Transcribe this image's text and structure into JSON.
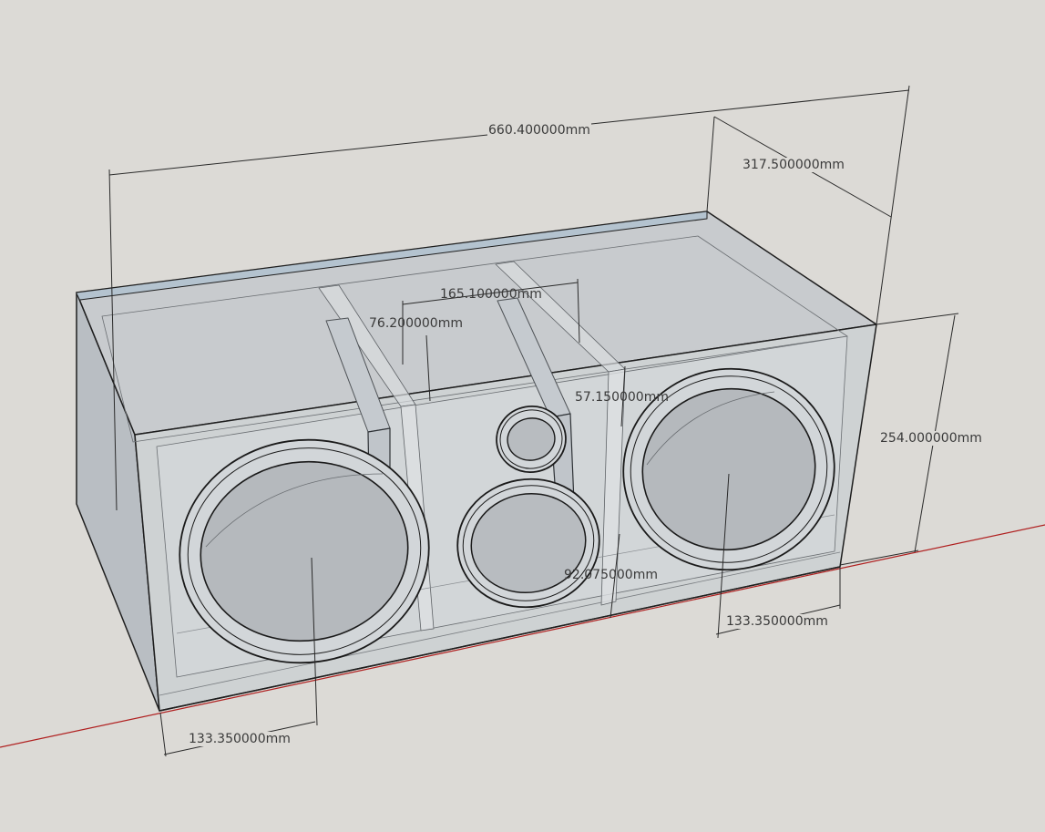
{
  "dimensions": {
    "overall_width": "660.400000mm",
    "depth": "317.500000mm",
    "height": "254.000000mm",
    "center_width": "165.100000mm",
    "port_width": "76.200000mm",
    "tweeter_offset": "57.150000mm",
    "midport_offset": "92.075000mm",
    "left_offset": "133.350000mm",
    "right_offset": "133.350000mm"
  },
  "colors": {
    "background": "#dcdad6",
    "box_fill": "#c9cccf",
    "edge": "#1e1e1e",
    "axis_red": "#b02020"
  }
}
